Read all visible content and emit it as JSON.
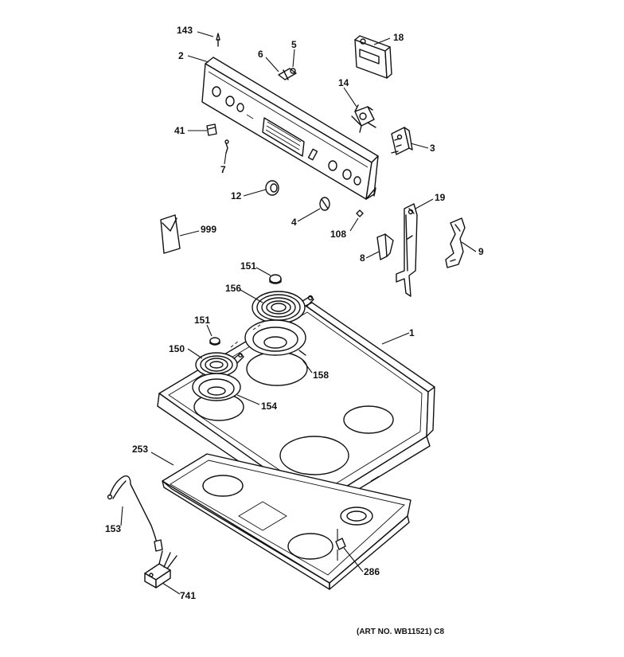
{
  "labels": {
    "p143": "143",
    "p2": "2",
    "p6": "6",
    "p5": "5",
    "p18": "18",
    "p14": "14",
    "p3": "3",
    "p41": "41",
    "p7": "7",
    "p12": "12",
    "p4": "4",
    "p108": "108",
    "p19": "19",
    "p999": "999",
    "p8": "8",
    "p9": "9",
    "p151a": "151",
    "p156": "156",
    "p151b": "151",
    "p1": "1",
    "p150": "150",
    "p158": "158",
    "p154": "154",
    "p253": "253",
    "p153": "153",
    "p286": "286",
    "p741": "741"
  },
  "footer": {
    "art_no": "(ART NO. WB11521) C8"
  }
}
